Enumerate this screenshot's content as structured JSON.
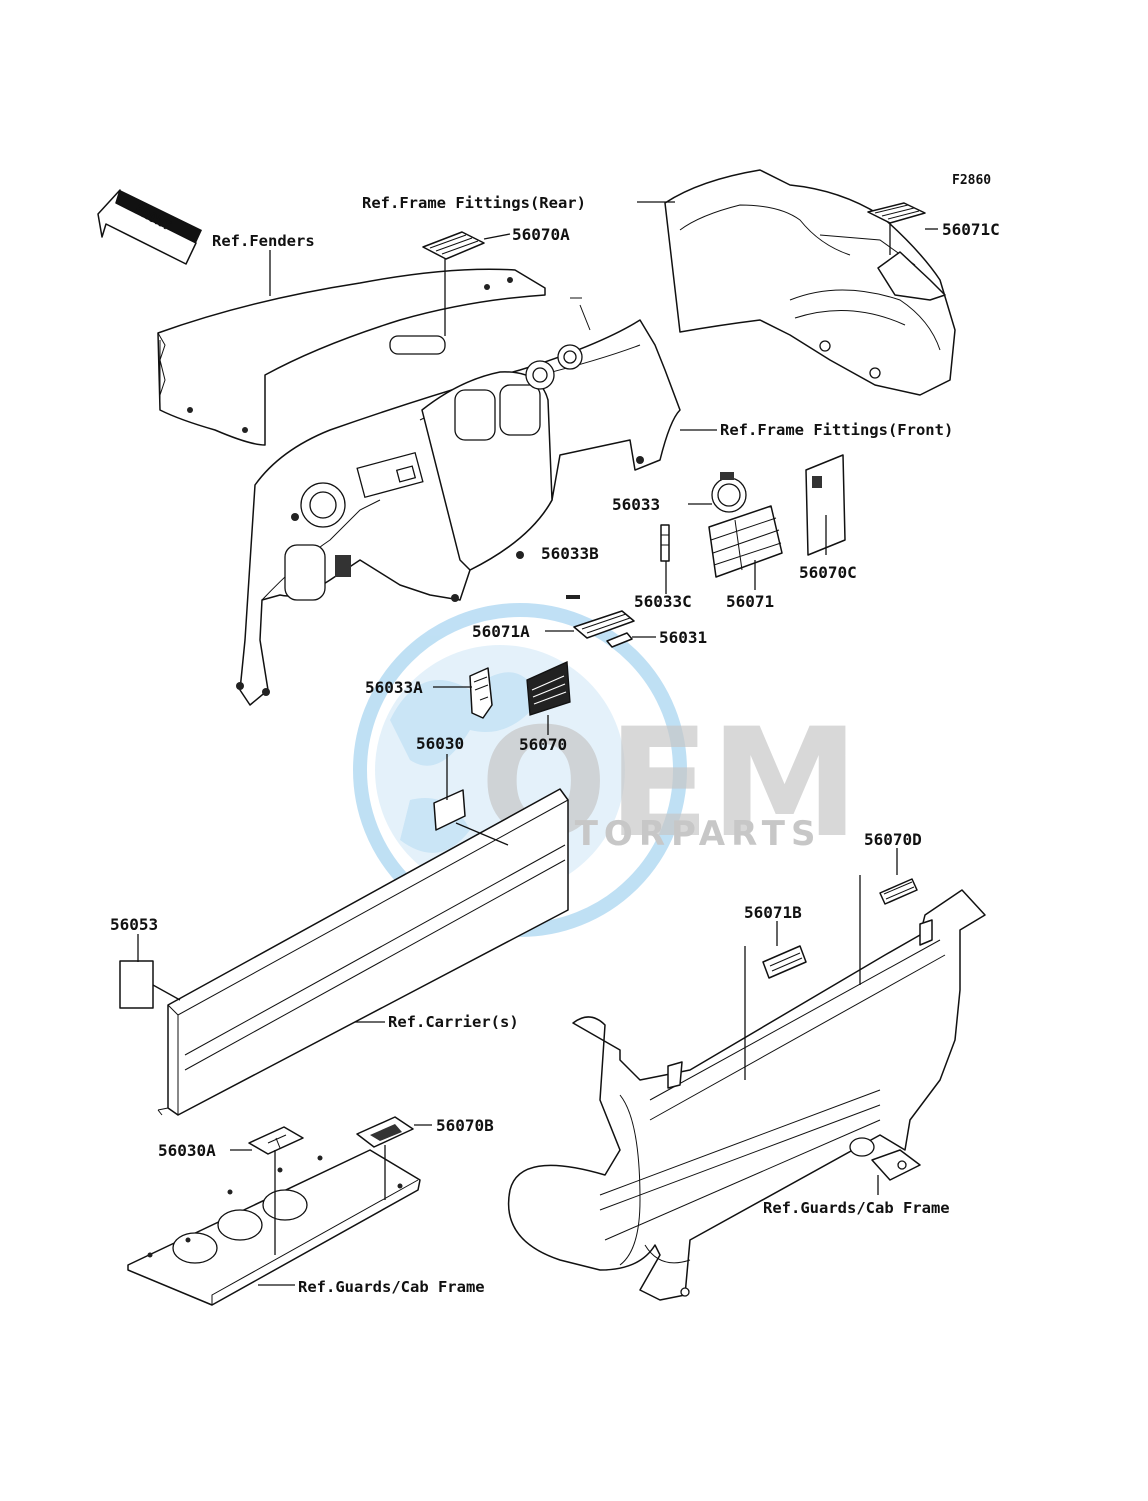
{
  "figure_code": "F2860",
  "front_arrow_text": "FRONT",
  "watermark": {
    "brand": "OEM",
    "sub": "MOTORPARTS",
    "globe_color": "#6ab3e3",
    "text_color": "#9a9a9a"
  },
  "refs": {
    "fenders": "Ref.Fenders",
    "frame_rear": "Ref.Frame Fittings(Rear)",
    "frame_front": "Ref.Frame Fittings(Front)",
    "carrier": "Ref.Carrier(s)",
    "guards_left": "Ref.Guards/Cab Frame",
    "guards_right": "Ref.Guards/Cab Frame"
  },
  "parts": {
    "p56070A": "56070A",
    "p56071C": "56071C",
    "p56033": "56033",
    "p56070C": "56070C",
    "p56033B": "56033B",
    "p56033C": "56033C",
    "p56071": "56071",
    "p56071A": "56071A",
    "p56031": "56031",
    "p56033A": "56033A",
    "p56030": "56030",
    "p56070": "56070",
    "p56070D": "56070D",
    "p56071B": "56071B",
    "p56053": "56053",
    "p56030A": "56030A",
    "p56070B": "56070B"
  }
}
